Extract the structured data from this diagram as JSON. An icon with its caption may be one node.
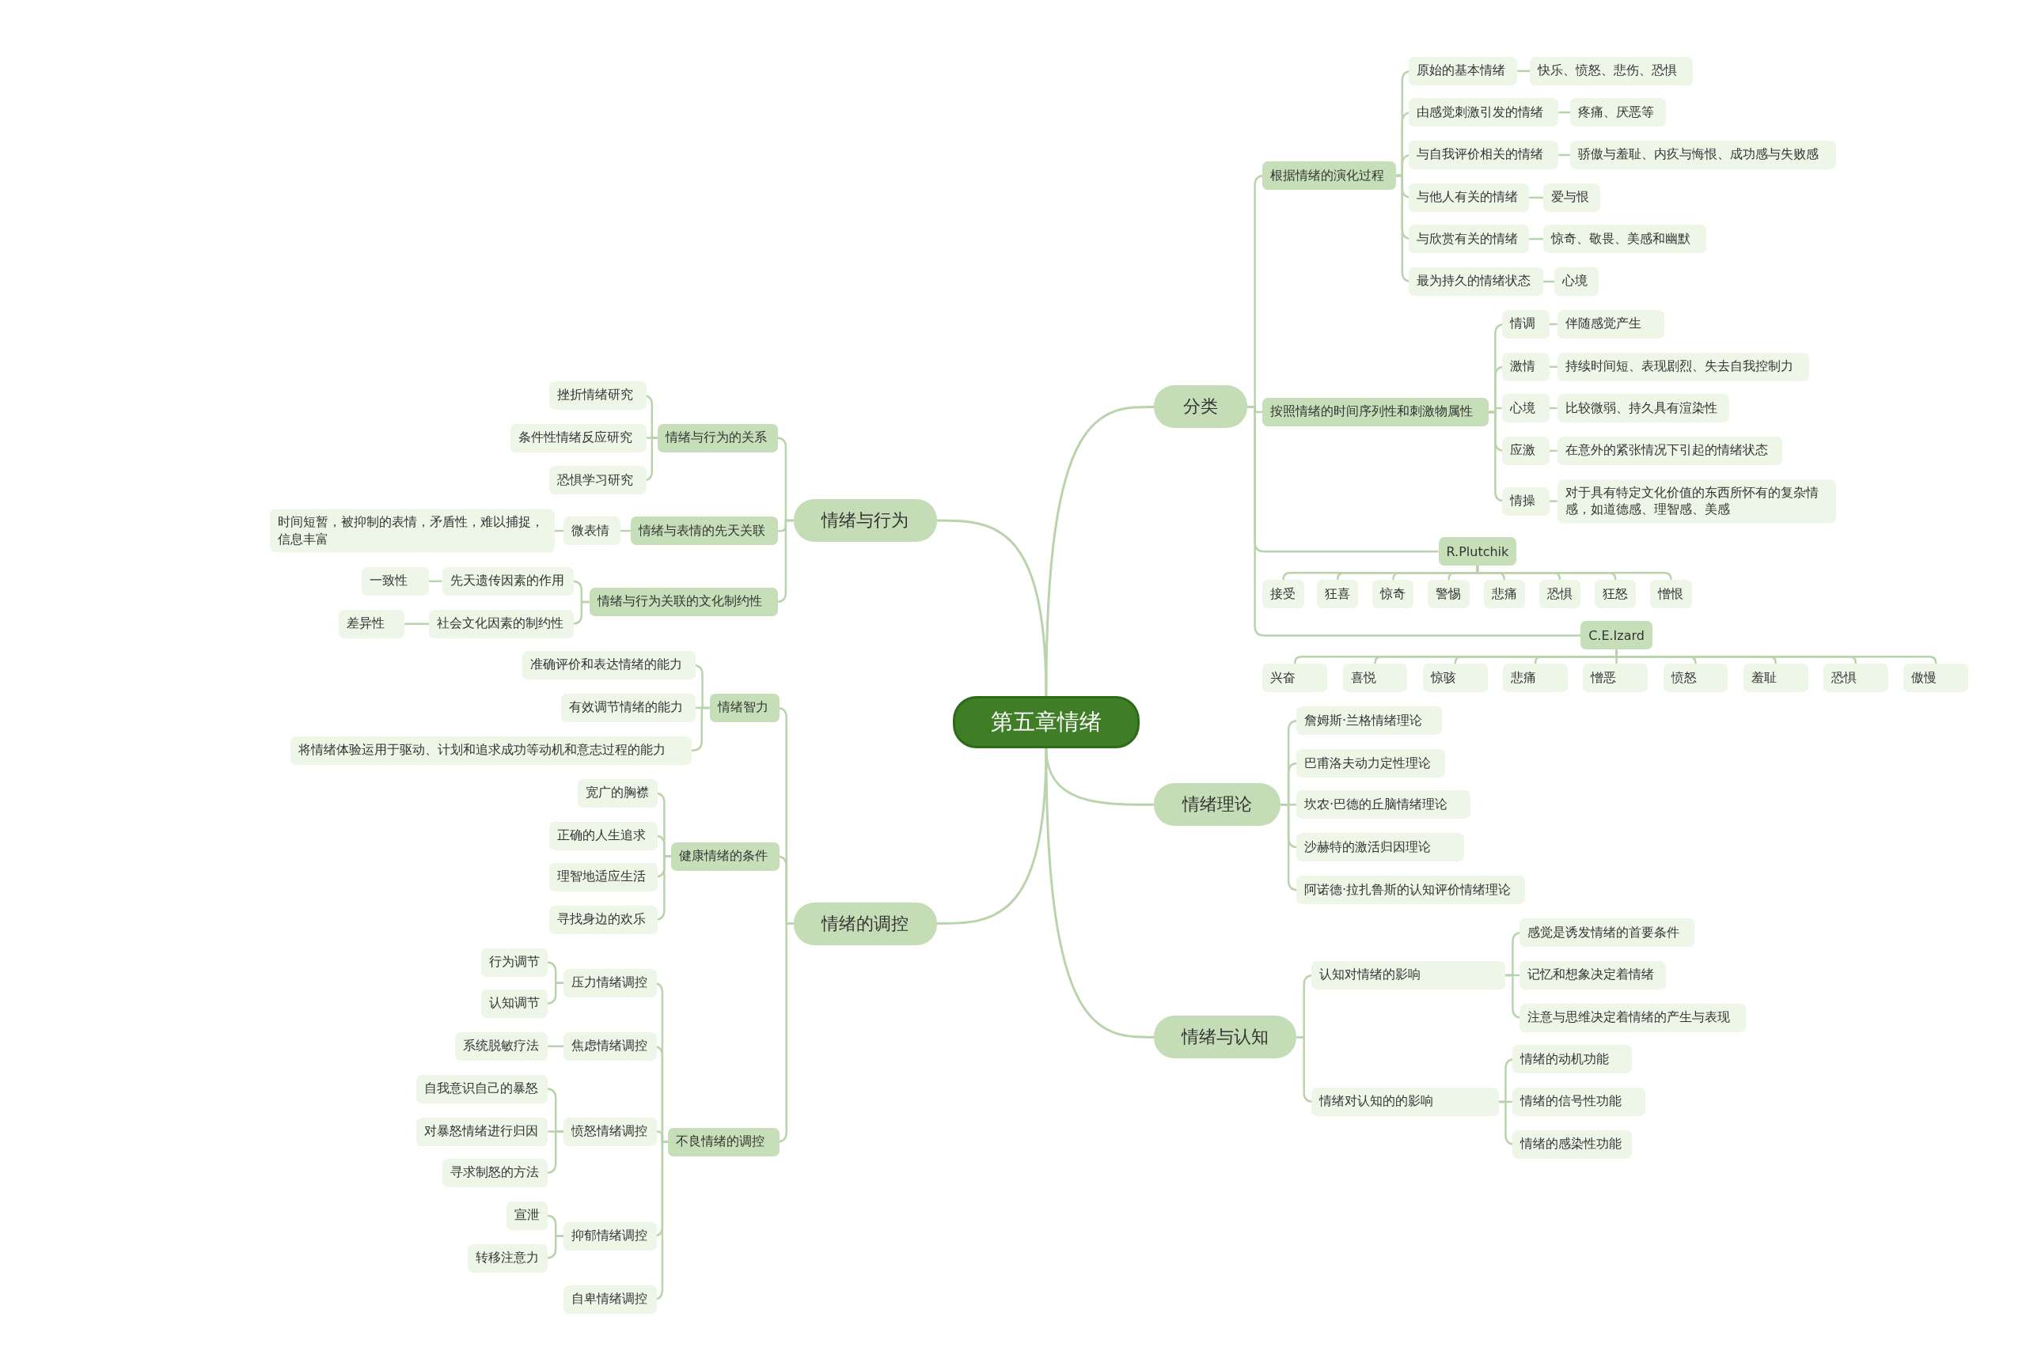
{
  "diagram": {
    "nodes": [
      {
        "text": [
          "第五章情绪"
        ]
      },
      {
        "text": [
          "分类"
        ]
      },
      {
        "text": [
          "根据情绪的演化过程"
        ]
      },
      {
        "text": [
          "原始的基本情绪"
        ]
      },
      {
        "text": [
          "快乐、愤怒、悲伤、恐惧"
        ]
      },
      {
        "text": [
          "由感觉刺激引发的情绪"
        ]
      },
      {
        "text": [
          "疼痛、厌恶等"
        ]
      },
      {
        "text": [
          "与自我评价相关的情绪"
        ]
      },
      {
        "text": [
          "骄傲与羞耻、内疚与悔恨、成功感与失败感"
        ]
      },
      {
        "text": [
          "与他人有关的情绪"
        ]
      },
      {
        "text": [
          "爱与恨"
        ]
      },
      {
        "text": [
          "与欣赏有关的情绪"
        ]
      },
      {
        "text": [
          "惊奇、敬畏、美感和幽默"
        ]
      },
      {
        "text": [
          "最为持久的情绪状态"
        ]
      },
      {
        "text": [
          "心境"
        ]
      },
      {
        "text": [
          "按照情绪的时间序列性和刺激物属性"
        ]
      },
      {
        "text": [
          "情调"
        ]
      },
      {
        "text": [
          "伴随感觉产生"
        ]
      },
      {
        "text": [
          "激情"
        ]
      },
      {
        "text": [
          "持续时间短、表现剧烈、失去自我控制力"
        ]
      },
      {
        "text": [
          "心境"
        ]
      },
      {
        "text": [
          "比较微弱、持久具有渲染性"
        ]
      },
      {
        "text": [
          "应激"
        ]
      },
      {
        "text": [
          "在意外的紧张情况下引起的情绪状态"
        ]
      },
      {
        "text": [
          "情操"
        ]
      },
      {
        "text": [
          "对于具有特定文化价值的东西所怀有的复杂情感，如道德感、理智感、美感"
        ]
      },
      {
        "text": [
          "R.Plutchik"
        ]
      },
      {
        "text": [
          "接受"
        ]
      },
      {
        "text": [
          "狂喜"
        ]
      },
      {
        "text": [
          "惊奇"
        ]
      },
      {
        "text": [
          "警惕"
        ]
      },
      {
        "text": [
          "悲痛"
        ]
      },
      {
        "text": [
          "恐惧"
        ]
      },
      {
        "text": [
          "狂怒"
        ]
      },
      {
        "text": [
          "憎恨"
        ]
      },
      {
        "text": [
          "C.E.Izard"
        ]
      },
      {
        "text": [
          "兴奋"
        ]
      },
      {
        "text": [
          "喜悦"
        ]
      },
      {
        "text": [
          "惊骇"
        ]
      },
      {
        "text": [
          "悲痛"
        ]
      },
      {
        "text": [
          "憎恶"
        ]
      },
      {
        "text": [
          "愤怒"
        ]
      },
      {
        "text": [
          "羞耻"
        ]
      },
      {
        "text": [
          "恐惧"
        ]
      },
      {
        "text": [
          "傲慢"
        ]
      },
      {
        "text": [
          "情绪理论"
        ]
      },
      {
        "text": [
          "詹姆斯·兰格情绪理论"
        ]
      },
      {
        "text": [
          "巴甫洛夫动力定性理论"
        ]
      },
      {
        "text": [
          "坎农·巴德的丘脑情绪理论"
        ]
      },
      {
        "text": [
          "沙赫特的激活归因理论"
        ]
      },
      {
        "text": [
          "阿诺德·拉扎鲁斯的认知评价情绪理论"
        ]
      },
      {
        "text": [
          "情绪与认知"
        ]
      },
      {
        "text": [
          "认知对情绪的影响"
        ]
      },
      {
        "text": [
          "感觉是诱发情绪的首要条件"
        ]
      },
      {
        "text": [
          "记忆和想象决定着情绪"
        ]
      },
      {
        "text": [
          "注意与思维决定着情绪的产生与表现"
        ]
      },
      {
        "text": [
          "情绪对认知的的影响"
        ]
      },
      {
        "text": [
          "情绪的动机功能"
        ]
      },
      {
        "text": [
          "情绪的信号性功能"
        ]
      },
      {
        "text": [
          "情绪的感染性功能"
        ]
      },
      {
        "text": [
          "情绪与行为"
        ]
      },
      {
        "text": [
          "情绪与行为的关系"
        ]
      },
      {
        "text": [
          "挫折情绪研究"
        ]
      },
      {
        "text": [
          "条件性情绪反应研究"
        ]
      },
      {
        "text": [
          "恐惧学习研究"
        ]
      },
      {
        "text": [
          "情绪与表情的先天关联"
        ]
      },
      {
        "text": [
          "微表情"
        ]
      },
      {
        "text": [
          "时间短暂，被抑制的表情，矛盾性，难以捕捉，信息丰富"
        ]
      },
      {
        "text": [
          "情绪与行为关联的文化制约性"
        ]
      },
      {
        "text": [
          "先天遗传因素的作用"
        ]
      },
      {
        "text": [
          "一致性"
        ]
      },
      {
        "text": [
          "社会文化因素的制约性"
        ]
      },
      {
        "text": [
          "差异性"
        ]
      },
      {
        "text": [
          "情绪的调控"
        ]
      },
      {
        "text": [
          "情绪智力"
        ]
      },
      {
        "text": [
          "准确评价和表达情绪的能力"
        ]
      },
      {
        "text": [
          "有效调节情绪的能力"
        ]
      },
      {
        "text": [
          "将情绪体验运用于驱动、计划和追求成功等动机和意志过程的能力"
        ]
      },
      {
        "text": [
          "健康情绪的条件"
        ]
      },
      {
        "text": [
          "宽广的胸襟"
        ]
      },
      {
        "text": [
          "正确的人生追求"
        ]
      },
      {
        "text": [
          "理智地适应生活"
        ]
      },
      {
        "text": [
          "寻找身边的欢乐"
        ]
      },
      {
        "text": [
          "不良情绪的调控"
        ]
      },
      {
        "text": [
          "压力情绪调控"
        ]
      },
      {
        "text": [
          "行为调节"
        ]
      },
      {
        "text": [
          "认知调节"
        ]
      },
      {
        "text": [
          "焦虑情绪调控"
        ]
      },
      {
        "text": [
          "系统脱敏疗法"
        ]
      },
      {
        "text": [
          "愤怒情绪调控"
        ]
      },
      {
        "text": [
          "自我意识自己的暴怒"
        ]
      },
      {
        "text": [
          "对暴怒情绪进行归因"
        ]
      },
      {
        "text": [
          "寻求制怒的方法"
        ]
      },
      {
        "text": [
          "抑郁情绪调控"
        ]
      },
      {
        "text": [
          "宣泄"
        ]
      },
      {
        "text": [
          "转移注意力"
        ]
      },
      {
        "text": [
          "自卑情绪调控"
        ]
      }
    ],
    "edges": [
      {
        "from": 0,
        "to": 1,
        "arrow": "none"
      },
      {
        "from": 0,
        "to": 45,
        "arrow": "none"
      },
      {
        "from": 0,
        "to": 51,
        "arrow": "none"
      },
      {
        "from": 0,
        "to": 60,
        "arrow": "none"
      },
      {
        "from": 0,
        "to": 73,
        "arrow": "none"
      },
      {
        "from": 1,
        "to": 2,
        "arrow": "none"
      },
      {
        "from": 1,
        "to": 15,
        "arrow": "none"
      },
      {
        "from": 1,
        "to": 26,
        "arrow": "none"
      },
      {
        "from": 1,
        "to": 35,
        "arrow": "none"
      },
      {
        "from": 2,
        "to": 3,
        "arrow": "none"
      },
      {
        "from": 2,
        "to": 5,
        "arrow": "none"
      },
      {
        "from": 2,
        "to": 7,
        "arrow": "none"
      },
      {
        "from": 2,
        "to": 9,
        "arrow": "none"
      },
      {
        "from": 2,
        "to": 11,
        "arrow": "none"
      },
      {
        "from": 2,
        "to": 13,
        "arrow": "none"
      },
      {
        "from": 3,
        "to": 4,
        "arrow": "none"
      },
      {
        "from": 5,
        "to": 6,
        "arrow": "none"
      },
      {
        "from": 7,
        "to": 8,
        "arrow": "none"
      },
      {
        "from": 9,
        "to": 10,
        "arrow": "none"
      },
      {
        "from": 11,
        "to": 12,
        "arrow": "none"
      },
      {
        "from": 13,
        "to": 14,
        "arrow": "none"
      },
      {
        "from": 15,
        "to": 16,
        "arrow": "none"
      },
      {
        "from": 15,
        "to": 18,
        "arrow": "none"
      },
      {
        "from": 15,
        "to": 20,
        "arrow": "none"
      },
      {
        "from": 15,
        "to": 22,
        "arrow": "none"
      },
      {
        "from": 15,
        "to": 24,
        "arrow": "none"
      },
      {
        "from": 16,
        "to": 17,
        "arrow": "none"
      },
      {
        "from": 18,
        "to": 19,
        "arrow": "none"
      },
      {
        "from": 20,
        "to": 21,
        "arrow": "none"
      },
      {
        "from": 22,
        "to": 23,
        "arrow": "none"
      },
      {
        "from": 24,
        "to": 25,
        "arrow": "none"
      },
      {
        "from": 26,
        "to": 27,
        "arrow": "none"
      },
      {
        "from": 26,
        "to": 28,
        "arrow": "none"
      },
      {
        "from": 26,
        "to": 29,
        "arrow": "none"
      },
      {
        "from": 26,
        "to": 30,
        "arrow": "none"
      },
      {
        "from": 26,
        "to": 31,
        "arrow": "none"
      },
      {
        "from": 26,
        "to": 32,
        "arrow": "none"
      },
      {
        "from": 26,
        "to": 33,
        "arrow": "none"
      },
      {
        "from": 26,
        "to": 34,
        "arrow": "none"
      },
      {
        "from": 35,
        "to": 36,
        "arrow": "none"
      },
      {
        "from": 35,
        "to": 37,
        "arrow": "none"
      },
      {
        "from": 35,
        "to": 38,
        "arrow": "none"
      },
      {
        "from": 35,
        "to": 39,
        "arrow": "none"
      },
      {
        "from": 35,
        "to": 40,
        "arrow": "none"
      },
      {
        "from": 35,
        "to": 41,
        "arrow": "none"
      },
      {
        "from": 35,
        "to": 42,
        "arrow": "none"
      },
      {
        "from": 35,
        "to": 43,
        "arrow": "none"
      },
      {
        "from": 35,
        "to": 44,
        "arrow": "none"
      },
      {
        "from": 45,
        "to": 46,
        "arrow": "none"
      },
      {
        "from": 45,
        "to": 47,
        "arrow": "none"
      },
      {
        "from": 45,
        "to": 48,
        "arrow": "none"
      },
      {
        "from": 45,
        "to": 49,
        "arrow": "none"
      },
      {
        "from": 45,
        "to": 50,
        "arrow": "none"
      },
      {
        "from": 51,
        "to": 52,
        "arrow": "none"
      },
      {
        "from": 51,
        "to": 56,
        "arrow": "none"
      },
      {
        "from": 52,
        "to": 53,
        "arrow": "none"
      },
      {
        "from": 52,
        "to": 54,
        "arrow": "none"
      },
      {
        "from": 52,
        "to": 55,
        "arrow": "none"
      },
      {
        "from": 56,
        "to": 57,
        "arrow": "none"
      },
      {
        "from": 56,
        "to": 58,
        "arrow": "none"
      },
      {
        "from": 56,
        "to": 59,
        "arrow": "none"
      },
      {
        "from": 60,
        "to": 61,
        "arrow": "none"
      },
      {
        "from": 60,
        "to": 65,
        "arrow": "none"
      },
      {
        "from": 60,
        "to": 68,
        "arrow": "none"
      },
      {
        "from": 61,
        "to": 62,
        "arrow": "none"
      },
      {
        "from": 61,
        "to": 63,
        "arrow": "none"
      },
      {
        "from": 61,
        "to": 64,
        "arrow": "none"
      },
      {
        "from": 65,
        "to": 66,
        "arrow": "none"
      },
      {
        "from": 66,
        "to": 67,
        "arrow": "none"
      },
      {
        "from": 68,
        "to": 69,
        "arrow": "none"
      },
      {
        "from": 68,
        "to": 71,
        "arrow": "none"
      },
      {
        "from": 69,
        "to": 70,
        "arrow": "none"
      },
      {
        "from": 71,
        "to": 72,
        "arrow": "none"
      },
      {
        "from": 73,
        "to": 74,
        "arrow": "none"
      },
      {
        "from": 73,
        "to": 78,
        "arrow": "none"
      },
      {
        "from": 73,
        "to": 83,
        "arrow": "none"
      },
      {
        "from": 74,
        "to": 75,
        "arrow": "none"
      },
      {
        "from": 74,
        "to": 76,
        "arrow": "none"
      },
      {
        "from": 74,
        "to": 77,
        "arrow": "none"
      },
      {
        "from": 78,
        "to": 79,
        "arrow": "none"
      },
      {
        "from": 78,
        "to": 80,
        "arrow": "none"
      },
      {
        "from": 78,
        "to": 81,
        "arrow": "none"
      },
      {
        "from": 78,
        "to": 82,
        "arrow": "none"
      },
      {
        "from": 83,
        "to": 84,
        "arrow": "none"
      },
      {
        "from": 83,
        "to": 87,
        "arrow": "none"
      },
      {
        "from": 83,
        "to": 89,
        "arrow": "none"
      },
      {
        "from": 83,
        "to": 93,
        "arrow": "none"
      },
      {
        "from": 83,
        "to": 96,
        "arrow": "none"
      },
      {
        "from": 84,
        "to": 85,
        "arrow": "none"
      },
      {
        "from": 84,
        "to": 86,
        "arrow": "none"
      },
      {
        "from": 87,
        "to": 88,
        "arrow": "none"
      },
      {
        "from": 89,
        "to": 90,
        "arrow": "none"
      },
      {
        "from": 89,
        "to": 91,
        "arrow": "none"
      },
      {
        "from": 89,
        "to": 92,
        "arrow": "none"
      },
      {
        "from": 93,
        "to": 94,
        "arrow": "none"
      },
      {
        "from": 93,
        "to": 95,
        "arrow": "none"
      }
    ]
  }
}
